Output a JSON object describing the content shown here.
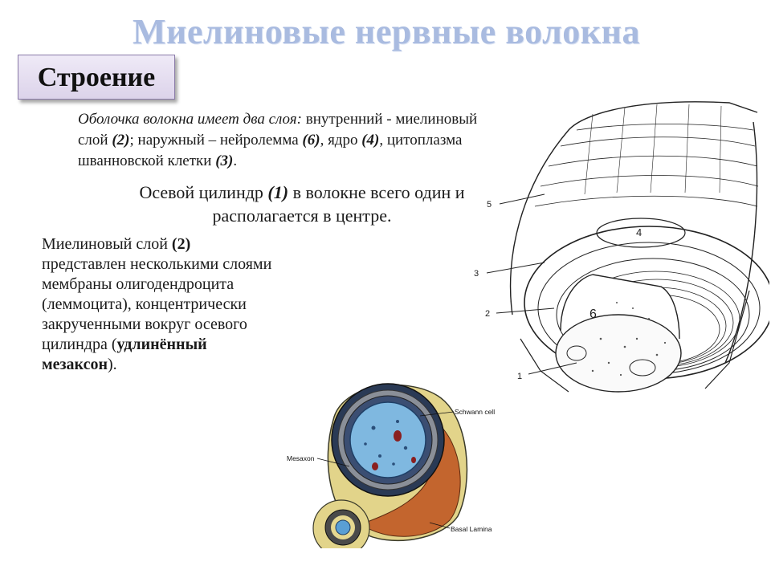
{
  "slide": {
    "title": "Миелиновые нервные волокна",
    "badge": "Строение"
  },
  "para1": {
    "lead_italic": "Оболочка волокна имеет два слоя:",
    "t1": " внутренний - миелиновый слой ",
    "n1": "(2)",
    "t2": "; наружный – нейролемма ",
    "n2": "(6)",
    "t3": ", ядро ",
    "n3": "(4)",
    "t4": ", цитоплазма шванновской клетки ",
    "n4": "(3)",
    "t5": "."
  },
  "para2": {
    "t1": "Осевой цилиндр ",
    "n1": "(1)",
    "t2": " в волокне всего один и располагается в центре."
  },
  "para3": {
    "t1": "Миелиновый слой ",
    "n1": "(2)",
    "t2": " представлен несколькими слоями мембраны олигодендроцита (леммоцита), концентрически закрученными вокруг осевого цилиндра (",
    "b1": "удлинённый мезаксон",
    "t3": ")."
  },
  "figure1": {
    "labels": {
      "l1": "1",
      "l2": "2",
      "l3": "3",
      "l4": "4",
      "l5": "5",
      "l6": "6"
    }
  },
  "figure2": {
    "labels": {
      "schwann": "Schwann cell",
      "mesaxon": "Mesaxon",
      "basal": "Basal Lamina"
    }
  }
}
